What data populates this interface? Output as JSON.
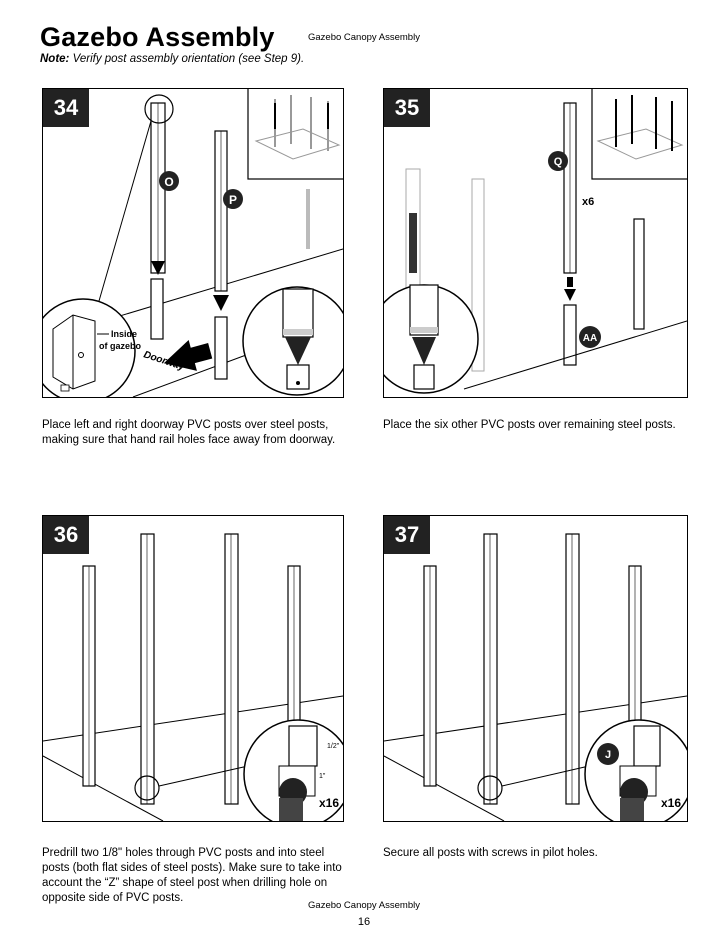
{
  "header": {
    "title": "Gazebo Assembly",
    "section": "Gazebo Canopy Assembly",
    "note_label": "Note:",
    "note_text": "Verify post assembly orientation (see Step 9)."
  },
  "steps": [
    {
      "number": "34",
      "caption": "Place left and right doorway PVC posts over steel posts, making sure that hand rail holes face away from doorway.",
      "labels": {
        "part_o": "O",
        "part_p": "P",
        "inside_line1": "Inside",
        "inside_line2": "of gazebo",
        "doorway": "Doorway"
      }
    },
    {
      "number": "35",
      "caption": "Place the six other PVC posts over remaining steel posts.",
      "labels": {
        "part_q": "Q",
        "qty": "x6",
        "part_aa": "AA"
      }
    },
    {
      "number": "36",
      "caption": "Predrill two 1/8\" holes through PVC posts and into steel posts (both flat sides of steel posts). Make sure to take into account the “Z” shape of steel post when drilling hole on opposite side of PVC posts.",
      "labels": {
        "qty": "x16",
        "dim_a": "1/2\"",
        "dim_b": "1\""
      }
    },
    {
      "number": "37",
      "caption": "Secure all posts with screws in pilot holes.",
      "labels": {
        "part_j": "J",
        "qty": "x16"
      }
    }
  ],
  "footer": {
    "section": "Gazebo Canopy Assembly",
    "page_number": "16"
  },
  "colors": {
    "step_badge": "#222222",
    "line": "#000000",
    "ghost": "#9a9a9a"
  }
}
